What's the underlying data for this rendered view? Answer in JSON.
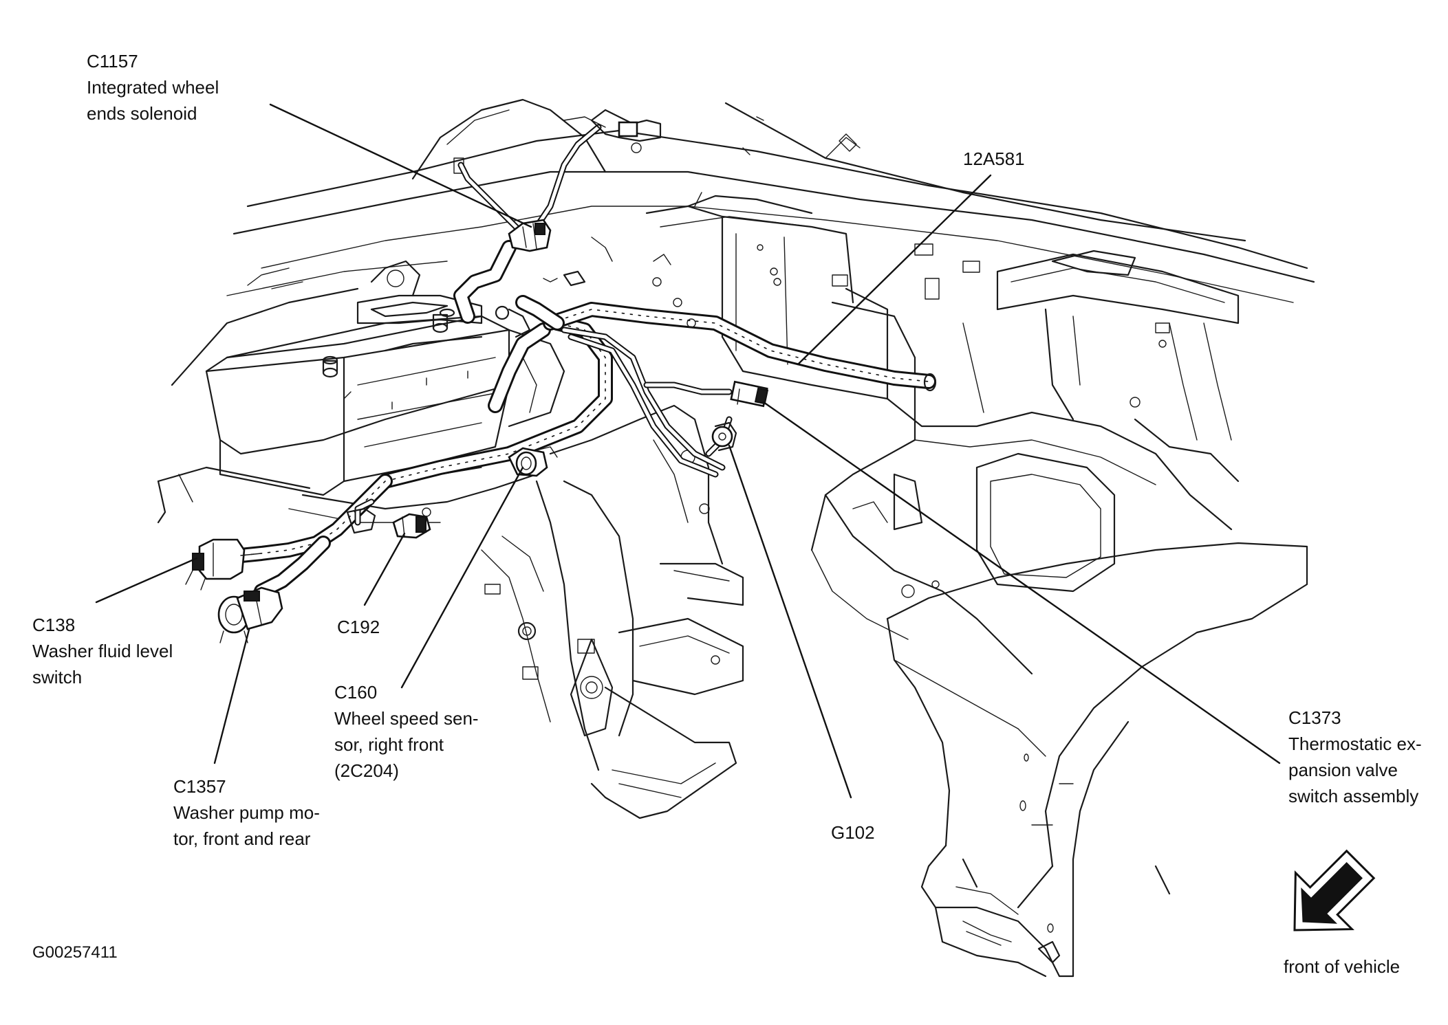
{
  "diagram": {
    "figure_id": "G00257411",
    "labels": {
      "c1157": {
        "code": "C1157",
        "desc": [
          "Integrated wheel",
          "ends solenoid"
        ]
      },
      "harness": {
        "code": "12A581"
      },
      "c138": {
        "code": "C138",
        "desc": [
          "Washer fluid level",
          "switch"
        ]
      },
      "c192": {
        "code": "C192"
      },
      "c160": {
        "code": "C160",
        "desc": [
          "Wheel speed sen-",
          "sor, right front",
          "(2C204)"
        ]
      },
      "c1357": {
        "code": "C1357",
        "desc": [
          "Washer pump mo-",
          "tor, front and rear"
        ]
      },
      "g102": {
        "code": "G102"
      },
      "c1373": {
        "code": "C1373",
        "desc": [
          "Thermostatic ex-",
          "pansion valve",
          "switch assembly"
        ]
      }
    },
    "direction_indicator": {
      "text": "front of vehicle",
      "icon": "direction-arrow-icon"
    }
  }
}
